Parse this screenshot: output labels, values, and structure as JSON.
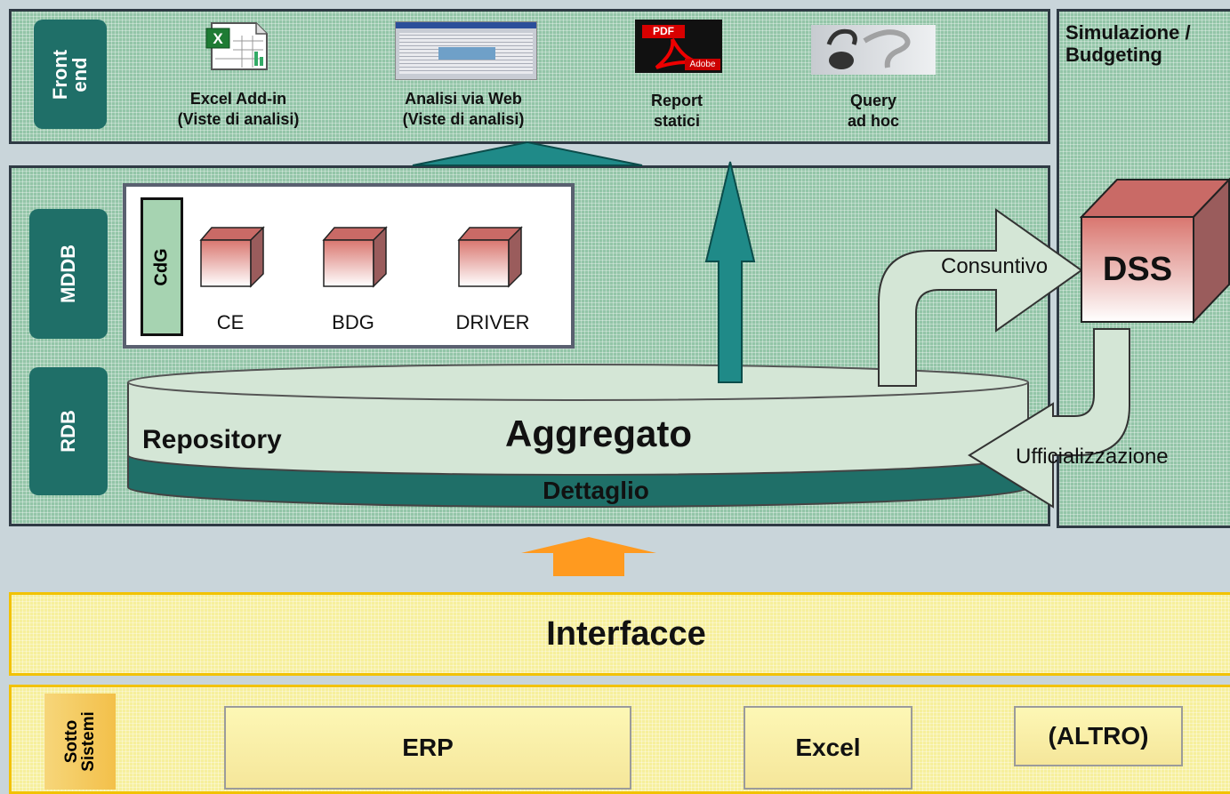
{
  "front_end": {
    "side_label": "Front end",
    "items": [
      {
        "icon": "excel-icon",
        "label": "Excel Add-in\n(Viste di analisi)"
      },
      {
        "icon": "web-screenshot-icon",
        "label": "Analisi via Web\n(Viste di analisi)"
      },
      {
        "icon": "pdf-icon",
        "label": "Report\nstatici"
      },
      {
        "icon": "query-icon",
        "label": "Query\nad hoc"
      }
    ],
    "pdf_badge": "PDF",
    "adobe_text": "Adobe"
  },
  "simulation_panel": {
    "title": "Simulazione /\nBudgeting",
    "dss_label": "DSS"
  },
  "warehouse": {
    "mddb_label": "MDDB",
    "rdb_label": "RDB",
    "cdg_label": "CdG",
    "cubes": [
      "CE",
      "BDG",
      "DRIVER"
    ],
    "repository_label": "Repository",
    "aggregate_label": "Aggregato",
    "detail_label": "Dettaglio"
  },
  "flows": {
    "consuntivo": "Consuntivo",
    "ufficializzazione": "Ufficializzazione"
  },
  "interface_label": "Interfacce",
  "subsystems": {
    "side_label": "Sotto\nSistemi",
    "items": [
      "ERP",
      "Excel",
      "(ALTRO)"
    ]
  },
  "colors": {
    "teal_dark": "#1f6f68",
    "panel_green": "#93c5a8",
    "yellow": "#f6ef9c",
    "orange_arrow": "#ff9a1f"
  }
}
